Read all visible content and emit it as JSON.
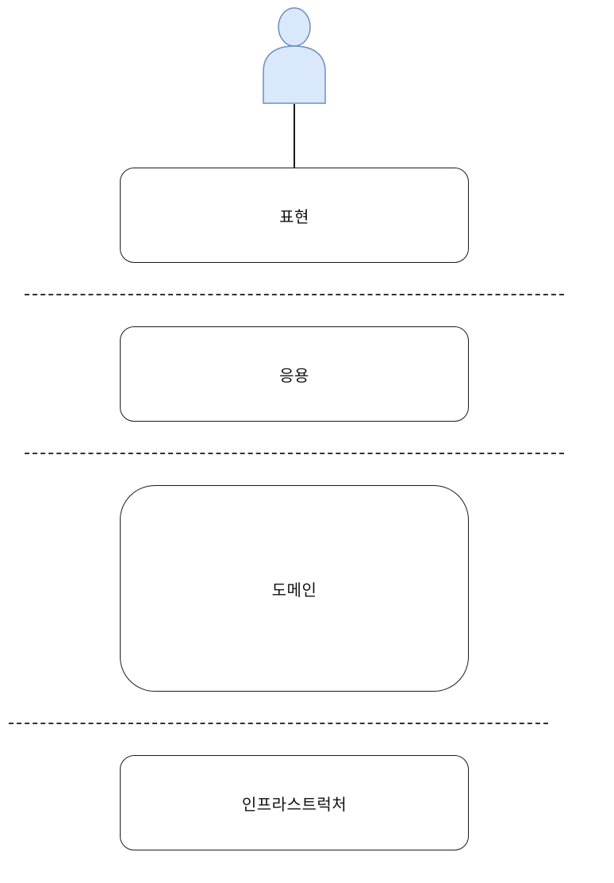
{
  "diagram": {
    "actor": {
      "icon": "user-icon",
      "fill": "#dae8fc",
      "stroke": "#6c8ebf"
    },
    "layers": {
      "presentation": {
        "label": "표현"
      },
      "application": {
        "label": "응용"
      },
      "domain": {
        "label": "도메인"
      },
      "infrastructure": {
        "label": "인프라스트럭처"
      }
    }
  }
}
